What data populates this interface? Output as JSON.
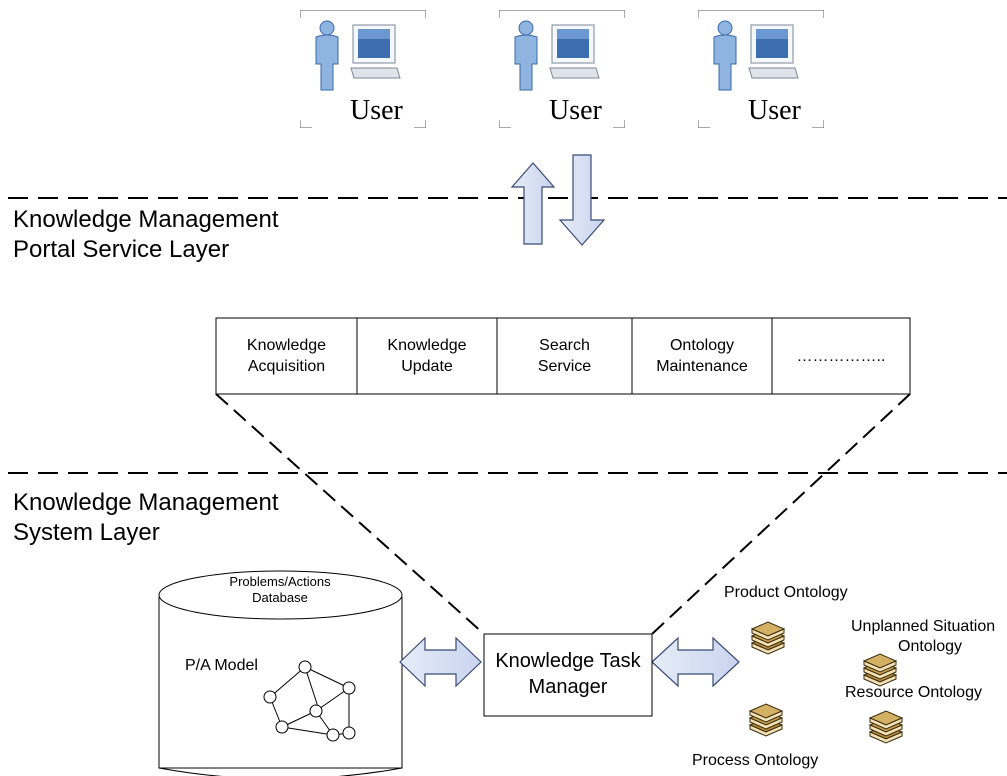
{
  "users": [
    {
      "label": "User"
    },
    {
      "label": "User"
    },
    {
      "label": "User"
    }
  ],
  "portal_layer": {
    "title_line1": "Knowledge Management",
    "title_line2": "Portal Service Layer"
  },
  "services": [
    {
      "line1": "Knowledge",
      "line2": "Acquisition"
    },
    {
      "line1": "Knowledge",
      "line2": "Update"
    },
    {
      "line1": "Search",
      "line2": "Service"
    },
    {
      "line1": "Ontology",
      "line2": "Maintenance"
    },
    {
      "line1": "……………..",
      "line2": ""
    }
  ],
  "system_layer": {
    "title_line1": "Knowledge Management",
    "title_line2": "System Layer"
  },
  "database": {
    "title_line1": "Problems/Actions",
    "title_line2": "Database",
    "model_label": "P/A Model"
  },
  "task_manager": {
    "line1": "Knowledge Task",
    "line2": "Manager"
  },
  "ontologies": {
    "product": "Product Ontology",
    "unplanned_line1": "Unplanned Situation",
    "unplanned_line2": "Ontology",
    "resource": "Resource Ontology",
    "process": "Process Ontology"
  }
}
